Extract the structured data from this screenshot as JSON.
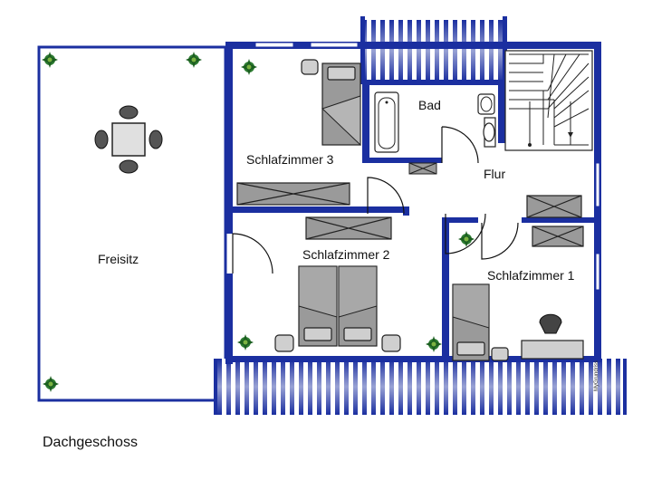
{
  "plan": {
    "caption": "Dachgeschoss",
    "watermark": "MyGrundriss",
    "colors": {
      "wall": "#1b2fa0",
      "furniture": "#9a9a9a",
      "plant": "#2e7d32",
      "background": "#ffffff"
    },
    "rooms": {
      "terrace": "Freisitz",
      "bedroom3": "Schlafzimmer 3",
      "bath": "Bad",
      "hall": "Flur",
      "bedroom2": "Schlafzimmer 2",
      "bedroom1": "Schlafzimmer 1"
    },
    "icons": [
      "plant-icon",
      "table-icon",
      "chair-icon",
      "bed-icon",
      "bathtub-icon",
      "toilet-icon",
      "sink-icon",
      "wardrobe-icon",
      "staircase-icon",
      "door-swing-icon",
      "desk-icon"
    ]
  }
}
